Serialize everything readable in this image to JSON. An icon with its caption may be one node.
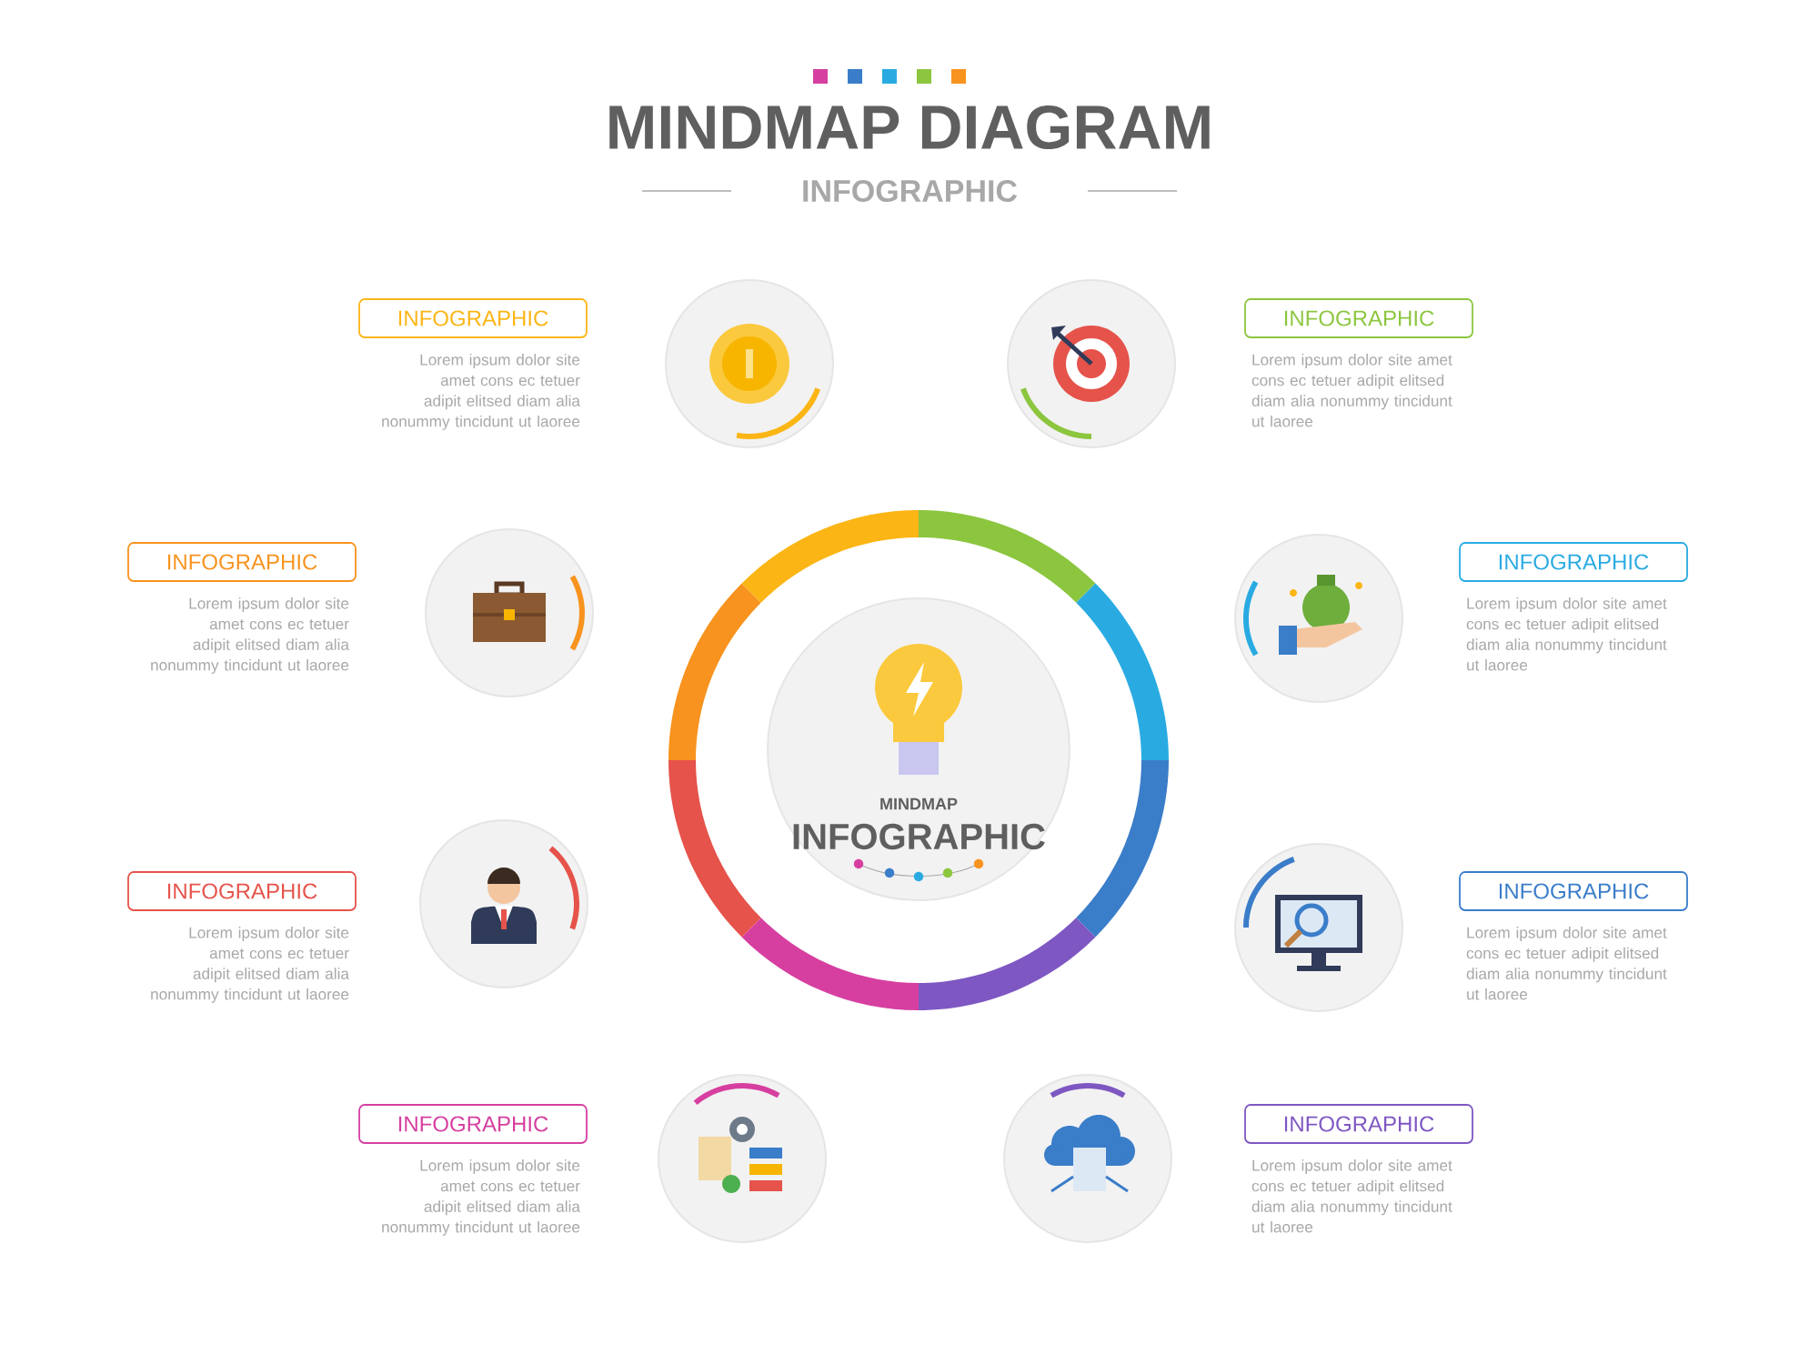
{
  "diagram": {
    "title": "MINDMAP DIAGRAM",
    "nodes": [
      {
        "text": [
          "MINDMAP",
          "INFOGRAPHIC"
        ]
      },
      {
        "text": [
          "INFOGRAPHIC"
        ],
        "beside": [
          "Lorem ipsum dolor site amet cons ec tetuer adipit elitsed diam alia nonummy tincidunt ut laoree"
        ]
      },
      {
        "text": [],
        "shape": "circle"
      },
      {
        "text": [
          "INFOGRAPHIC"
        ],
        "beside": [
          "Lorem ipsum dolor site amet cons ec tetuer adipit elitsed diam alia nonummy tincidunt ut laoree"
        ]
      },
      {
        "text": [],
        "shape": "circle"
      },
      {
        "text": [
          "INFOGRAPHIC"
        ],
        "beside": [
          "Lorem ipsum dolor site amet cons ec tetuer adipit elitsed diam alia nonummy tincidunt ut laoree"
        ]
      },
      {
        "text": [],
        "shape": "circle"
      },
      {
        "text": [
          "INFOGRAPHIC"
        ],
        "beside": [
          "Lorem ipsum dolor site amet cons ec tetuer adipit elitsed diam alia nonummy tincidunt ut laoree"
        ]
      },
      {
        "text": [],
        "shape": "circle"
      },
      {
        "text": [
          "INFOGRAPHIC"
        ],
        "beside": [
          "Lorem ipsum dolor site amet cons ec tetuer adipit elitsed diam alia nonummy tincidunt ut laoree"
        ]
      },
      {
        "text": [],
        "shape": "circle"
      },
      {
        "text": [
          "INFOGRAPHIC"
        ],
        "beside": [
          "Lorem ipsum dolor site amet cons ec tetuer adipit elitsed diam alia nonummy tincidunt ut laoree"
        ]
      },
      {
        "text": [],
        "shape": "circle"
      },
      {
        "text": [
          "INFOGRAPHIC"
        ],
        "beside": [
          "Lorem ipsum dolor site amet cons ec tetuer adipit elitsed diam alia nonummy tincidunt ut laoree"
        ]
      },
      {
        "text": [],
        "shape": "circle"
      },
      {
        "text": [
          "INFOGRAPHIC"
        ],
        "beside": [
          "Lorem ipsum dolor site amet cons ec tetuer adipit elitsed diam alia nonummy tincidunt ut laoree"
        ]
      },
      {
        "text": [],
        "shape": "circle"
      }
    ],
    "labels": [
      "INFOGRAPHIC"
    ]
  }
}
